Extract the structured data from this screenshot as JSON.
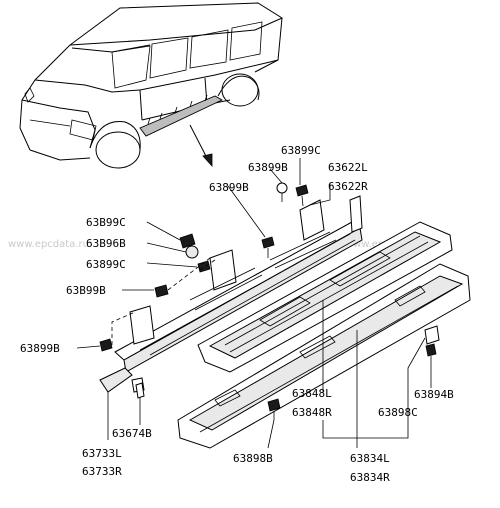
{
  "watermarks": [
    "www.epcdata.ru",
    "www.epcdata.ru"
  ],
  "labels": {
    "p63899C_top": "63899C",
    "p63899B_top": "63899B",
    "p63899B_mid": "63899B",
    "p63622L": "63622L",
    "p63622R": "63622R",
    "p63899C_left": "63B99C",
    "p63896B": "63B96B",
    "p63899C_left2": "63899C",
    "p63899B_left": "63B99B",
    "p63899B_bottom": "63899B",
    "p63874B": "63674B",
    "p63733L": "63733L",
    "p63733R": "63733R",
    "p63898B": "63898B",
    "p63848L": "63848L",
    "p63848R": "63848R",
    "p63894B": "63894B",
    "p63898C": "63898C",
    "p63834L": "63834L",
    "p63834R": "63834R"
  }
}
